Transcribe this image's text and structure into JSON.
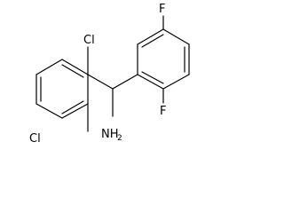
{
  "molecule": {
    "atoms": {
      "cl_top": "Cl",
      "cl_bottom": "Cl",
      "f_top": "F",
      "f_bottom": "F",
      "amine_n": "NH",
      "amine_sub": "2"
    }
  }
}
